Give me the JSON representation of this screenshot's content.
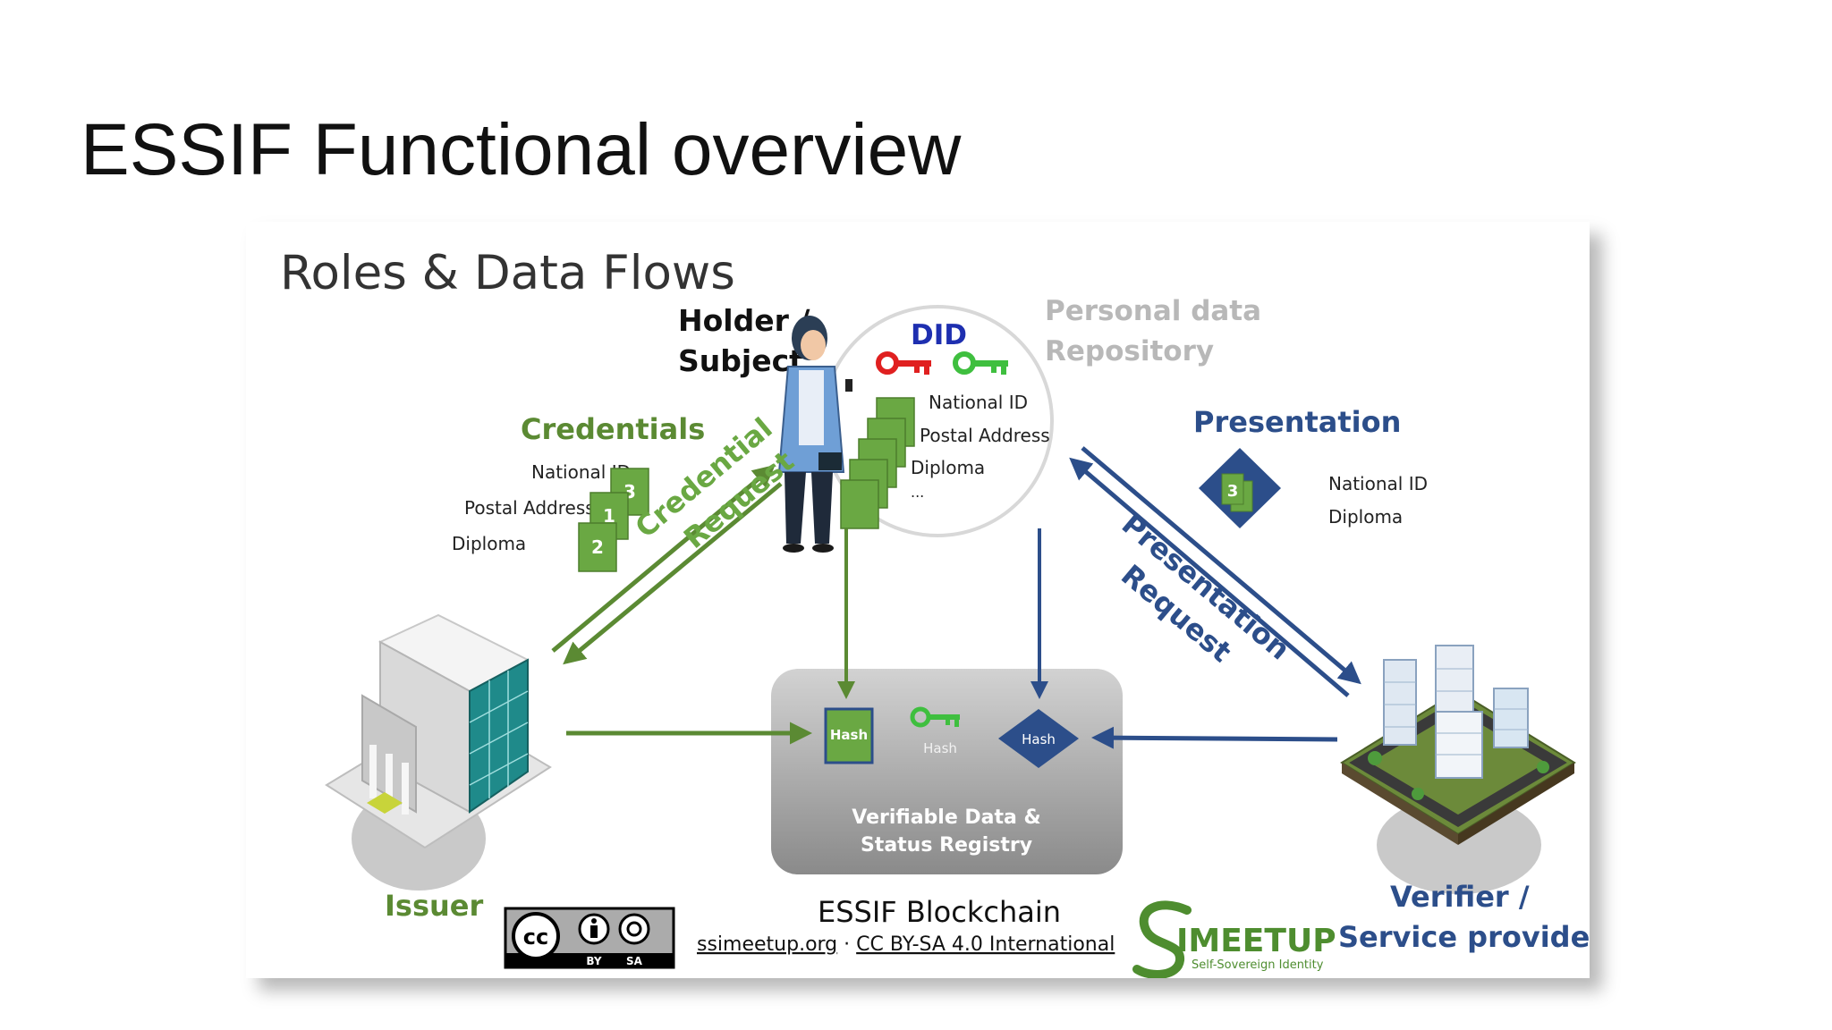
{
  "slide": {
    "title": "ESSIF Functional overview"
  },
  "diagram": {
    "heading": "Roles & Data Flows",
    "holder_line1": "Holder /",
    "holder_line2": "Subject",
    "did": "DID",
    "repo_line1": "Personal data",
    "repo_line2": "Repository",
    "wallet_items": [
      "National ID",
      "Postal Address",
      "Diploma",
      "..."
    ],
    "credentials": {
      "title": "Credentials",
      "items": [
        "National ID",
        "Postal Address",
        "Diploma"
      ],
      "doc_numbers": [
        "3",
        "1",
        "2"
      ]
    },
    "credential_request": [
      "Credential",
      "Request"
    ],
    "presentation": {
      "title": "Presentation",
      "items": [
        "National ID",
        "Diploma"
      ],
      "doc_number": "3"
    },
    "presentation_request": [
      "Presentation",
      "Request"
    ],
    "registry": {
      "hash_doc": "Hash",
      "hash_key": "Hash",
      "hash_diamond": "Hash",
      "label_line1": "Verifiable Data &",
      "label_line2": "Status Registry"
    },
    "issuer": "Issuer",
    "verifier_line1": "Verifier /",
    "verifier_line2": "Service provider",
    "blockchain": "ESSIF Blockchain",
    "footer_link1": "ssimeetup.org",
    "footer_sep": " · ",
    "footer_link2": "CC BY-SA 4.0 International",
    "license_badge": {
      "by": "BY",
      "sa": "SA",
      "cc": "cc"
    },
    "logo": {
      "wordmark": "IMEETUP",
      "tagline": "Self-Sovereign Identity"
    },
    "colors": {
      "green": "#5b8a33",
      "blue": "#2c4e8a",
      "did_blue": "#1e2fb0",
      "doc_green": "#6aa843",
      "key_red": "#e02020",
      "key_green": "#3fbf3f",
      "gray_text": "#b8b8b8"
    }
  }
}
